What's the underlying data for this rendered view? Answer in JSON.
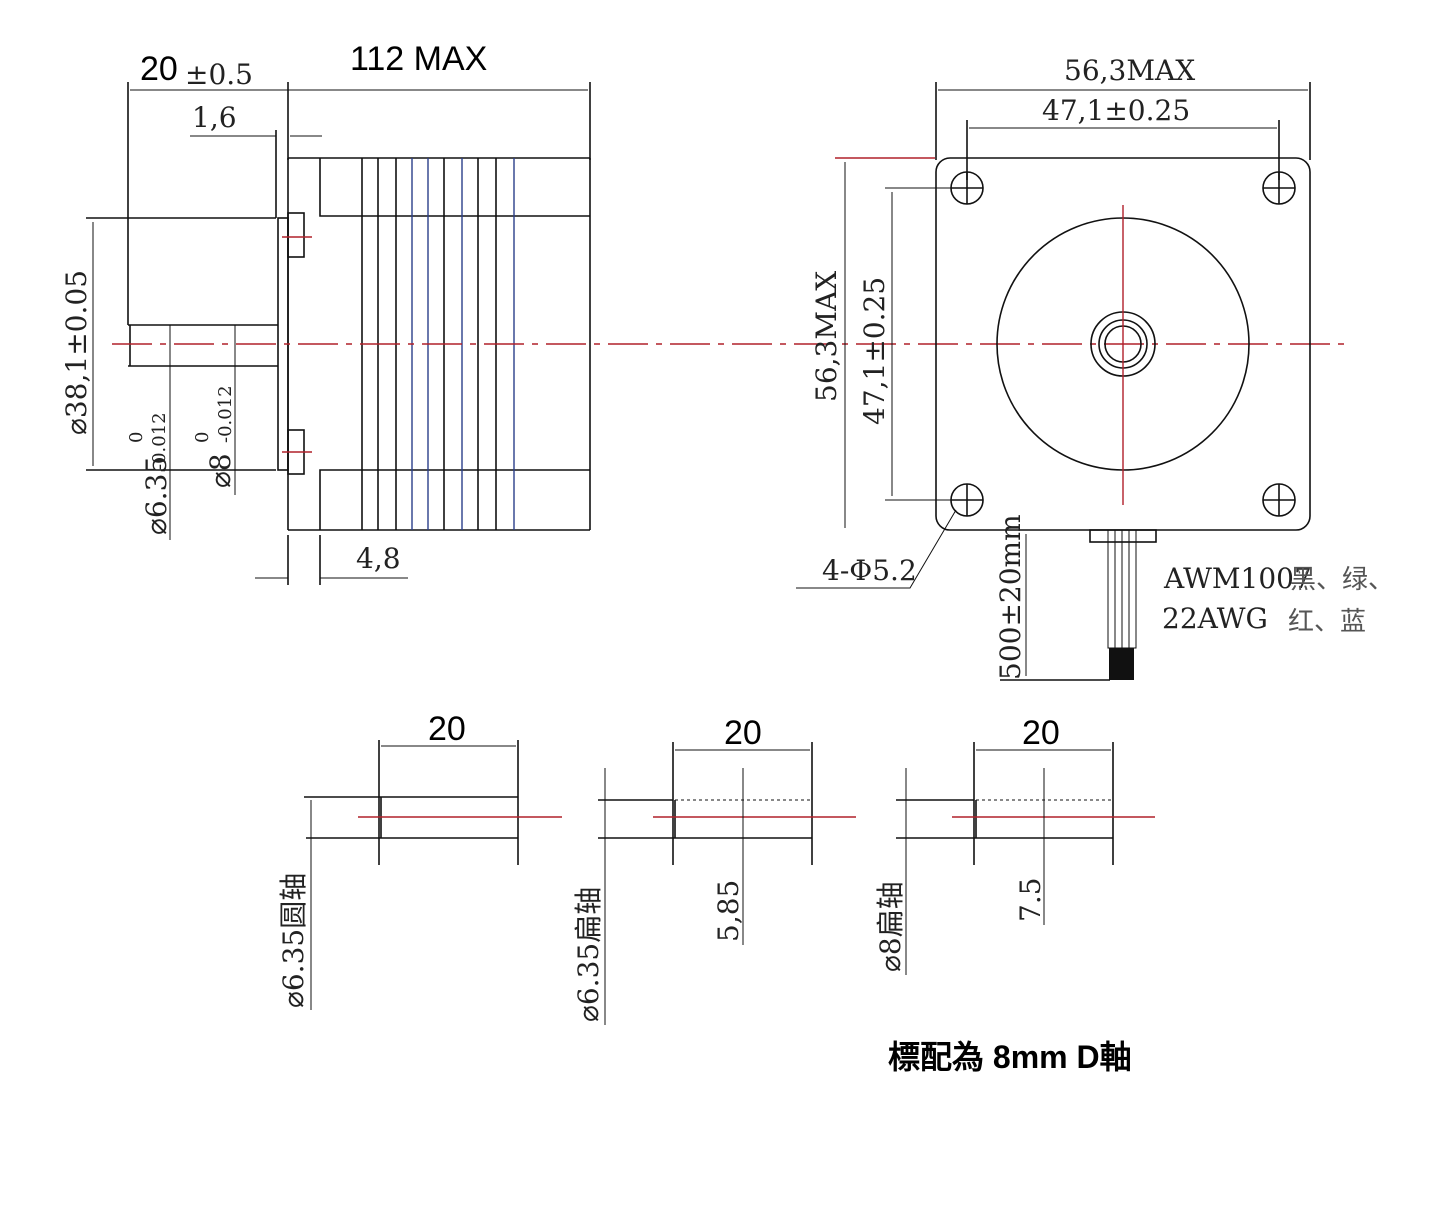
{
  "side_view": {
    "shaft_length": "20",
    "shaft_length_tol": "±0.5",
    "body_length": "112 MAX",
    "flange_thickness": "1,6",
    "pilot_diameter": "⌀38,1±0.05",
    "shaft_dia_a": "⌀6.35",
    "shaft_dia_b": "⌀8",
    "tol_upper": "0",
    "tol_lower": "-0.012",
    "flange_depth": "4,8"
  },
  "front_view": {
    "width_max": "56,3MAX",
    "hole_spacing": "47,1±0.25",
    "height_max": "56,3MAX",
    "hole_spacing_v": "47,1±0.25",
    "mounting_holes": "4-Φ5.2",
    "lead_length": "500±20mm",
    "wire_spec_1": "AWM1007",
    "wire_spec_2": "22AWG",
    "wire_colors_1": "黑、绿、",
    "wire_colors_2": "红、蓝"
  },
  "shaft_options": [
    {
      "length": "20",
      "label": "⌀6.35圆轴"
    },
    {
      "length": "20",
      "label": "⌀6.35扁轴",
      "flat": "5,85"
    },
    {
      "length": "20",
      "label": "⌀8扁轴",
      "flat": "7.5"
    }
  ],
  "note": "標配為 8mm D軸"
}
